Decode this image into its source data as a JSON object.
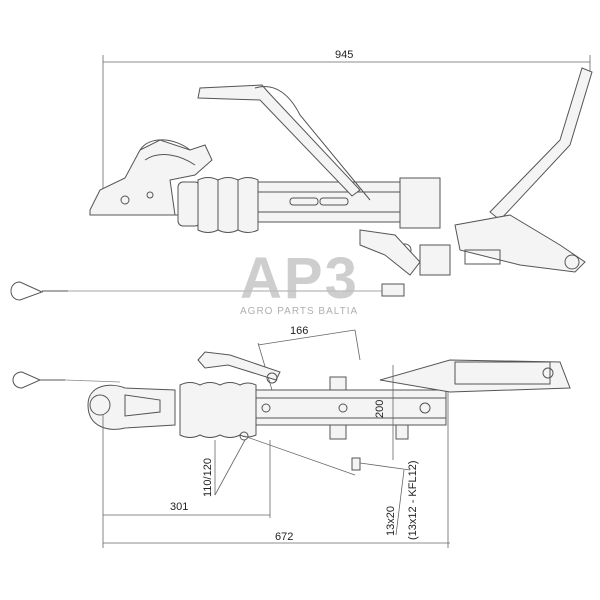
{
  "drawing": {
    "dimensions": {
      "overall_length": "945",
      "handle_offset": "166",
      "height": "200",
      "coupling_height": "110/120",
      "hole_offset": "301",
      "length_to_mount": "672",
      "bolt_size": "13x20",
      "bolt_size_alt": "(13x12 - KFL12)"
    },
    "watermark": {
      "logo": "AP3",
      "company": "AGRO PARTS BALTIA"
    },
    "colors": {
      "line": "#555555",
      "watermark": "#bdbdbd"
    }
  }
}
